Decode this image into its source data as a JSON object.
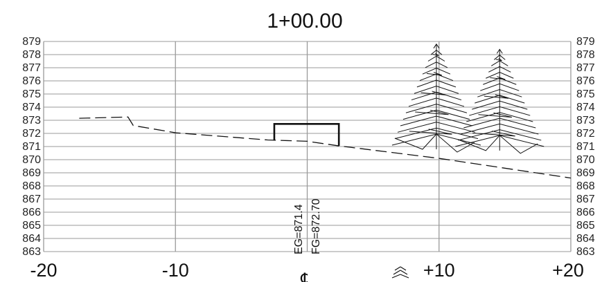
{
  "section": {
    "title": "1+00.00",
    "centerline_symbol": "℄",
    "tree_symbol": "tree-icon"
  },
  "labels": {
    "eg": "EG=871.4",
    "fg": "FG=872.70"
  },
  "chart_data": {
    "type": "line",
    "title": "1+00.00",
    "xlim": [
      -20,
      20
    ],
    "ylim": [
      863,
      879
    ],
    "x_ticks": [
      {
        "value": -20,
        "label": "-20"
      },
      {
        "value": -10,
        "label": "-10"
      },
      {
        "value": 10,
        "label": "+10"
      },
      {
        "value": 20,
        "label": "+20"
      }
    ],
    "y_ticks": [
      879,
      878,
      877,
      876,
      875,
      874,
      873,
      872,
      871,
      870,
      869,
      868,
      867,
      866,
      865,
      864,
      863
    ],
    "grid": true,
    "series": [
      {
        "style": "dashed",
        "points": [
          [
            -17.3,
            873.15
          ],
          [
            -13.6,
            873.25
          ],
          [
            -13.2,
            872.6
          ],
          [
            -10,
            872.05
          ],
          [
            -3,
            871.5
          ],
          [
            -1.5,
            871.45
          ],
          [
            0,
            871.4
          ],
          [
            2.4,
            871.05
          ],
          [
            10,
            870.1
          ],
          [
            20,
            868.6
          ]
        ]
      },
      {
        "style": "solid",
        "points": [
          [
            -2.5,
            871.45
          ],
          [
            -2.5,
            872.72
          ],
          [
            2.4,
            872.72
          ],
          [
            2.4,
            871.05
          ]
        ]
      }
    ],
    "trees": [
      {
        "x": 9.8,
        "base": 871.0,
        "top": 878.8
      },
      {
        "x": 14.6,
        "base": 870.9,
        "top": 878.4
      }
    ],
    "colors": {
      "grid": "#9a9a9a",
      "line": "#111111"
    }
  }
}
